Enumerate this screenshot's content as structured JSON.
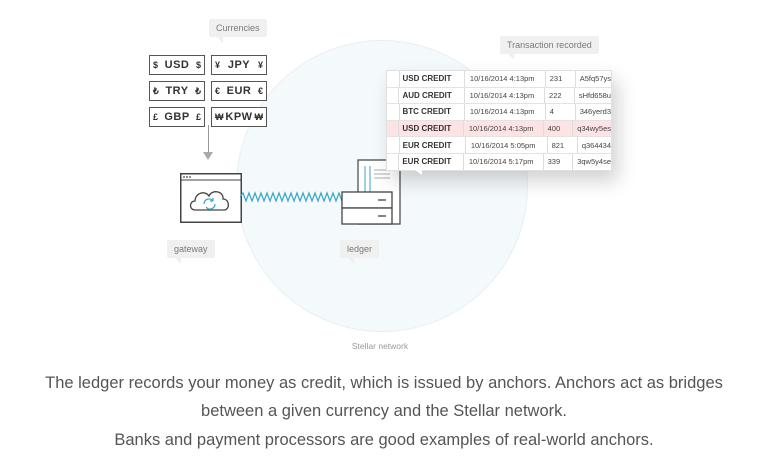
{
  "labels": {
    "currencies": "Currencies",
    "transaction_recorded": "Transaction recorded",
    "gateway": "gateway",
    "ledger": "ledger",
    "stellar_network": "Stellar network"
  },
  "currencies": [
    {
      "code": "USD",
      "symbol_left": "$",
      "symbol_right": "$"
    },
    {
      "code": "JPY",
      "symbol_left": "¥",
      "symbol_right": "¥"
    },
    {
      "code": "TRY",
      "symbol_left": "₺",
      "symbol_right": "₺"
    },
    {
      "code": "EUR",
      "symbol_left": "€",
      "symbol_right": "€"
    },
    {
      "code": "GBP",
      "symbol_left": "£",
      "symbol_right": "£"
    },
    {
      "code": "KPW",
      "symbol_left": "₩",
      "symbol_right": "₩"
    }
  ],
  "transactions": [
    {
      "type": "USD CREDIT",
      "datetime": "10/16/2014 4:13pm",
      "amount": "231",
      "id": "A5fq57ys",
      "highlighted": false
    },
    {
      "type": "AUD CREDIT",
      "datetime": "10/16/2014 4:13pm",
      "amount": "222",
      "id": "sHfd658u",
      "highlighted": false
    },
    {
      "type": "BTC CREDIT",
      "datetime": "10/16/2014 4:13pm",
      "amount": "4",
      "id": "346yerd3",
      "highlighted": false
    },
    {
      "type": "USD CREDIT",
      "datetime": "10/16/2014 4:13pm",
      "amount": "400",
      "id": "q34wy5es",
      "highlighted": true
    },
    {
      "type": "EUR CREDIT",
      "datetime": "10/16/2014 5:05pm",
      "amount": "821",
      "id": "q364434",
      "highlighted": false
    },
    {
      "type": "EUR CREDIT",
      "datetime": "10/16/2014 5:17pm",
      "amount": "339",
      "id": "3qw5y4se",
      "highlighted": false
    }
  ],
  "caption": {
    "line1": "The ledger records your money as credit, which is issued by anchors. Anchors act as bridges",
    "line2": "between a given currency and the Stellar network.",
    "line3": "Banks and payment processors are good examples of real-world anchors."
  },
  "colors": {
    "network_circle": "#f4f9fb",
    "wave": "#3aa6c9",
    "highlight_row": "#fde3e3",
    "ledger_accent": "#3aa6c9"
  }
}
